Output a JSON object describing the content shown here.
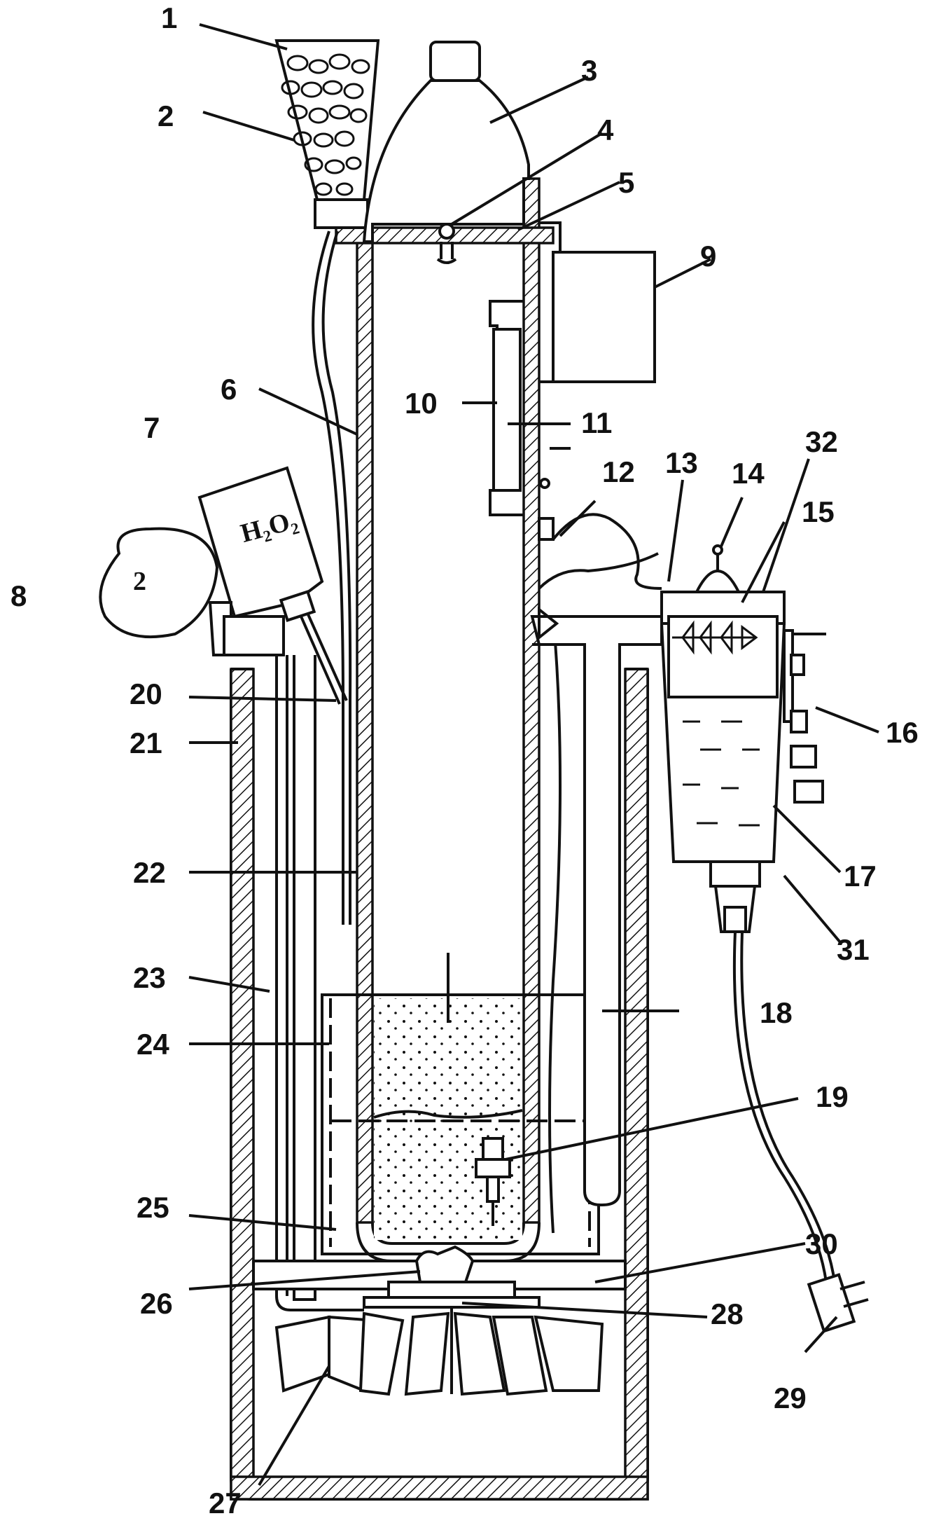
{
  "labels": [
    {
      "id": "1",
      "text": "1"
    },
    {
      "id": "2",
      "text": "2"
    },
    {
      "id": "3",
      "text": "3"
    },
    {
      "id": "4",
      "text": "4"
    },
    {
      "id": "5",
      "text": "5"
    },
    {
      "id": "6",
      "text": "6"
    },
    {
      "id": "7",
      "text": "7"
    },
    {
      "id": "8",
      "text": "8"
    },
    {
      "id": "9",
      "text": "9"
    },
    {
      "id": "10",
      "text": "10"
    },
    {
      "id": "11",
      "text": "11"
    },
    {
      "id": "12",
      "text": "12"
    },
    {
      "id": "13",
      "text": "13"
    },
    {
      "id": "14",
      "text": "14"
    },
    {
      "id": "15",
      "text": "15"
    },
    {
      "id": "16",
      "text": "16"
    },
    {
      "id": "17",
      "text": "17"
    },
    {
      "id": "18",
      "text": "18"
    },
    {
      "id": "19",
      "text": "19"
    },
    {
      "id": "20",
      "text": "20"
    },
    {
      "id": "21",
      "text": "21"
    },
    {
      "id": "22",
      "text": "22"
    },
    {
      "id": "23",
      "text": "23"
    },
    {
      "id": "24",
      "text": "24"
    },
    {
      "id": "25",
      "text": "25"
    },
    {
      "id": "26",
      "text": "26"
    },
    {
      "id": "27",
      "text": "27"
    },
    {
      "id": "28",
      "text": "28"
    },
    {
      "id": "29",
      "text": "29"
    },
    {
      "id": "30",
      "text": "30"
    },
    {
      "id": "31",
      "text": "31"
    },
    {
      "id": "32",
      "text": "32"
    }
  ],
  "bottle_7_text": "H₂O₂",
  "bulb_8_text": "2",
  "colors": {
    "ink": "#111111",
    "paper": "#ffffff"
  }
}
